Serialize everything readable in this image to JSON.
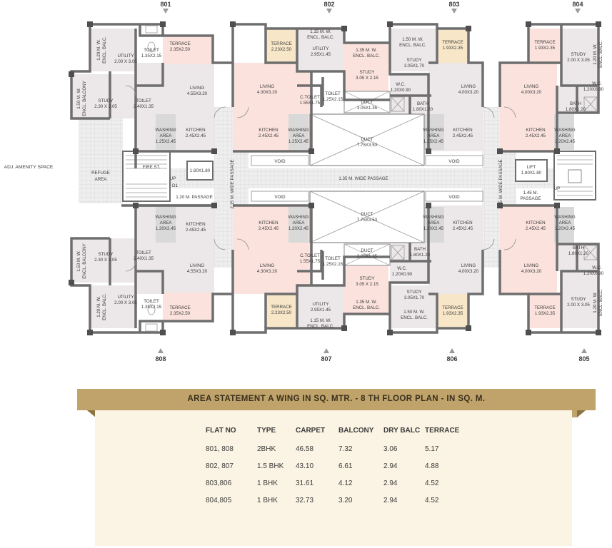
{
  "site": {
    "amenity": "ADJ. AMENITY SPACE"
  },
  "flats": {
    "top": [
      "801",
      "802",
      "803",
      "804"
    ],
    "bottom": [
      "808",
      "807",
      "806",
      "805"
    ]
  },
  "rooms": {
    "f801": {
      "utility": [
        "UTILITY",
        "2.00 X 3.05"
      ],
      "balc": [
        "1.20 M. W.",
        "ENCL. BALC."
      ],
      "toilet1": [
        "TOILET",
        "1.35X2.15"
      ],
      "terrace": [
        "TERRACE",
        "2.35X2.50"
      ],
      "living": [
        "LIVING",
        "4.55X3.20"
      ],
      "balcony": [
        "1.50 M. W.",
        "ENCL. BALCONY"
      ],
      "study": [
        "STUDY",
        "2.30 X 3.05"
      ],
      "toilet2": [
        "TOILET",
        "2.40X1.35"
      ],
      "kitchen": [
        "KITCHEN",
        "2.45X2.45"
      ],
      "washing": [
        "WASHING",
        "AREA",
        "1.25X2.45"
      ]
    },
    "f808": {
      "washing": [
        "WASHING",
        "AREA",
        "1.20X2.45"
      ],
      "kitchen": [
        "KITCHEN",
        "2.45X2.45"
      ],
      "study": [
        "STUDY",
        "2.30 X 3.05"
      ],
      "toilet2": [
        "TOILET",
        "2.40X1.35"
      ],
      "balcony": [
        "1.50 M. W.",
        "ENCL. BALCONY"
      ],
      "living": [
        "LIVING",
        "4.55X3.20"
      ],
      "utility": [
        "UTILITY",
        "2.00 X 3.05"
      ],
      "balc": [
        "1.20 M. W.",
        "ENCL. BALC."
      ],
      "toilet1": [
        "TOILET",
        "1.35X2.15"
      ],
      "terrace": [
        "TERRACE",
        "2.35X2.50"
      ]
    },
    "f802": {
      "terrace": [
        "TERRACE",
        "2.23X2.50"
      ],
      "balc_top": [
        "1.15 M. W.",
        "ENCL. BALC."
      ],
      "utility": [
        "UTILITY",
        "2.95X1.45"
      ],
      "balc_side": [
        "1.35 M. W.",
        "ENCL. BALC."
      ],
      "study": [
        "STUDY",
        "3.05 X 2.15"
      ],
      "living": [
        "LIVING",
        "4.30X3.20"
      ],
      "ctoilet": [
        "C.TOILET",
        "1.55X1.75"
      ],
      "toilet": [
        "TOILET",
        "1.25X2.15"
      ],
      "kitchen": [
        "KITCHEN",
        "2.45X2.45"
      ],
      "washing": [
        "WASHING",
        "AREA",
        "1.25X2.45"
      ]
    },
    "f807": {
      "kitchen": [
        "KITCHEN",
        "2.45X2.45"
      ],
      "washing": [
        "WASHING",
        "AREA",
        "1.20X2.45"
      ],
      "living": [
        "LIVING",
        "4.30X3.20"
      ],
      "ctoilet": [
        "C.TOILET",
        "1.55X1.75"
      ],
      "toilet": [
        "TOILET",
        "1.25X2.15"
      ],
      "study": [
        "STUDY",
        "3.05 X 2.15"
      ],
      "balc_side": [
        "1.35 M. W.",
        "ENCL. BALC."
      ],
      "terrace": [
        "TERRACE",
        "2.23X2.50"
      ],
      "utility": [
        "UTILITY",
        "2.95X1.45"
      ],
      "balc_bottom": [
        "1.15 M. W.",
        "ENCL. BALC."
      ]
    },
    "f803": {
      "balc": [
        "1.50 M. W.",
        "ENCL. BALC."
      ],
      "study": [
        "STUDY",
        "3.05X1.70"
      ],
      "terrace": [
        "TERRACE",
        "1.93X2.35"
      ],
      "living": [
        "LIVING",
        "4.00X3.20"
      ],
      "wc": [
        "W.C.",
        "1.20X0.90"
      ],
      "bath": [
        "BATH",
        "1.80X1.20"
      ],
      "washing": [
        "WASHING",
        "AREA",
        "1.25X2.45"
      ],
      "kitchen": [
        "KITCHEN",
        "2.45X2.45"
      ]
    },
    "f806": {
      "washing": [
        "WASHING",
        "AREA",
        "1.20X2.45"
      ],
      "kitchen": [
        "KITCHEN",
        "2.45X2.45"
      ],
      "bath": [
        "BATH",
        "1.80X1.20"
      ],
      "living": [
        "LIVING",
        "4.00X3.20"
      ],
      "wc": [
        "W.C.",
        "1.20X0.90"
      ],
      "study": [
        "STUDY",
        "3.05X1.70"
      ],
      "balc": [
        "1.50 M. W.",
        "ENCL. BALC."
      ],
      "terrace": [
        "TERRACE",
        "1.93X2.35"
      ]
    },
    "f804": {
      "terrace": [
        "TERRACE",
        "1.93X2.35"
      ],
      "study": [
        "STUDY",
        "2.00 X 3.05"
      ],
      "balc": [
        "1.20 M. W.",
        "ENCL. BALC."
      ],
      "living": [
        "LIVING",
        "4.00X3.20"
      ],
      "wc": [
        "W.C.",
        "1.20X0.90"
      ],
      "bath": [
        "BATH",
        "1.80X1.20"
      ],
      "kitchen": [
        "KITCHEN",
        "2.45X2.45"
      ],
      "washing": [
        "WASHING",
        "AREA",
        "1.20X2.45"
      ]
    },
    "f805": {
      "kitchen": [
        "KITCHEN",
        "2.45X2.45"
      ],
      "washing": [
        "WASHING",
        "AREA",
        "1.20X2.45"
      ],
      "bath": [
        "BATH",
        "1.80X1.20"
      ],
      "living": [
        "LIVING",
        "4.00X3.20"
      ],
      "wc": [
        "W.C.",
        "1.20X0.90"
      ],
      "study": [
        "STUDY",
        "2.00 X 3.05"
      ],
      "balc": [
        "1.20 M. W.",
        "ENCL. BALC."
      ],
      "terrace": [
        "TERRACE",
        "1.93X2.35"
      ]
    }
  },
  "core": {
    "duct_top": [
      "DUCT",
      "3.05X1.35"
    ],
    "duct_main_top": [
      "DUCT",
      "7.75X3.53"
    ],
    "duct_main_bottom": [
      "DUCT",
      "7.75X3.53"
    ],
    "duct_bottom": [
      "DUCT",
      "3.05X1.35"
    ],
    "void": "VOID",
    "main_passage": "1.35 M. WIDE PASSAGE",
    "left_vertical_passage": "2.15 M. WIDE PASSAGE",
    "right_vertical_passage": "2.15 M. WIDE PASSAGE",
    "passage_left": "1.20 M. PASSAGE",
    "passage_right": [
      "1.45 M.",
      "PASSAGE"
    ],
    "refuge": [
      "REFUGE",
      "AREA"
    ],
    "fire_stair": "FIRE ST.",
    "up": "UP",
    "d1": "D1",
    "lift_left": "1.80X1.80",
    "lift_right": [
      "LIFT",
      "1.80X1.80"
    ]
  },
  "area_statement": {
    "title": "AREA STATEMENT  A WING IN SQ. MTR. - 8 TH FLOOR PLAN - IN SQ. M.",
    "headers": [
      "FLAT NO",
      "TYPE",
      "CARPET",
      "BALCONY",
      "DRY BALC",
      "TERRACE"
    ],
    "rows": [
      [
        "801, 808",
        "2BHK",
        "46.58",
        "7.32",
        "3.06",
        "5.17"
      ],
      [
        "802, 807",
        "1.5 BHK",
        "43.10",
        "6.61",
        "2.94",
        "4.88"
      ],
      [
        "803,806",
        "1 BHK",
        "31.61",
        "4.12",
        "2.94",
        "4.52"
      ],
      [
        "804,805",
        "1 BHK",
        "32.73",
        "3.20",
        "2.94",
        "4.52"
      ]
    ]
  },
  "colors": {
    "wall": "#6e6e6e",
    "floor_pink": "#fbe6e2",
    "floor_grey": "#ece7e9",
    "terrace": "#f7ead6",
    "passage": "#e6e6e6",
    "banner": "#bfa36a",
    "panel": "#fbf3e3"
  }
}
